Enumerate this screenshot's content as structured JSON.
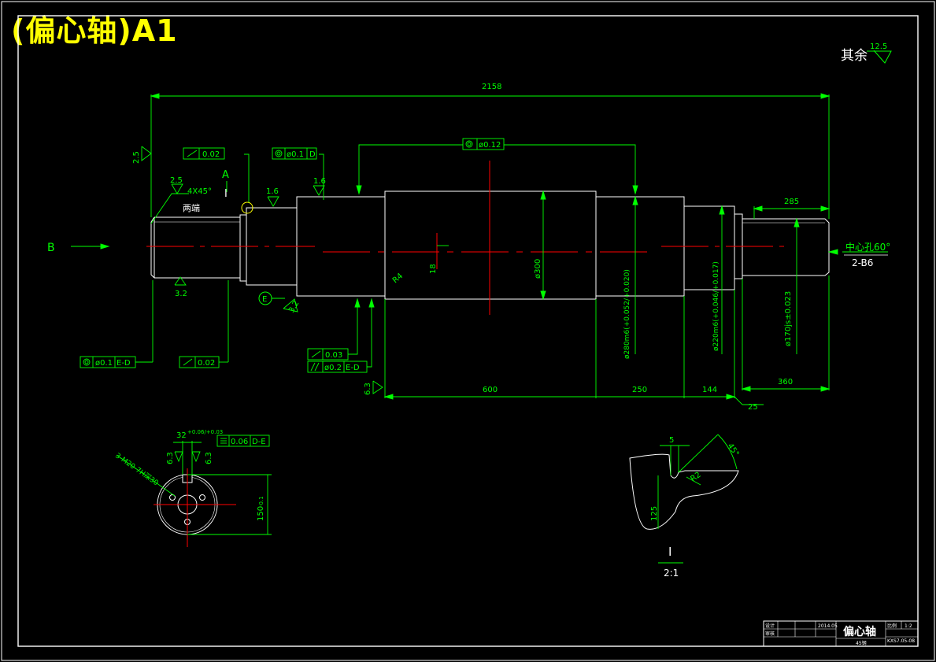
{
  "title": "(偏心轴)A1",
  "roughness_note": {
    "label": "其余",
    "value": "12.5"
  },
  "dimensions": {
    "overall_length": "2158",
    "right_end_length": "285",
    "seg_600": "600",
    "seg_250": "250",
    "seg_144": "144",
    "seg_360": "360",
    "seg_25": "25",
    "eccentric_offset": "18",
    "dia_300": "ø300",
    "radius_r4": "R4",
    "dia_280": "ø280m6(+0.052/+0.020)",
    "dia_220": "ø220m6(+0.046/+0.017)",
    "dia_170": "ø170js±0.023",
    "chamfer": "4X45°"
  },
  "roughness": {
    "r25_left": "2.5",
    "r25_chamfer": "2.5",
    "r16_a": "1.6",
    "r16_b": "1.6",
    "r32_a": "3.2",
    "r32_b": "3.2",
    "r63": "6.3",
    "r63_left": "6.3",
    "r63_right": "6.3"
  },
  "tolerances": {
    "tol_002_top": "0.02",
    "tol_01_d": "ø0.1",
    "datum_d": "D",
    "tol_012": "ø0.12",
    "tol_01_ed": "ø0.1",
    "datum_ed": "E-D",
    "tol_002_bottom": "0.02",
    "tol_003": "0.03",
    "tol_02": "ø0.2",
    "datum_ed2": "E-D",
    "tol_006": "0.06",
    "datum_de": "D-E"
  },
  "labels": {
    "both_ends": "两端",
    "view_a": "A",
    "detail_i": "I",
    "view_b": "B",
    "datum_e": "E",
    "center_hole": "中心孔60°",
    "center_hole_spec": "2-B6"
  },
  "section": {
    "key_width": "32",
    "key_tol": "+0.06/+0.03",
    "holes": "3-M20-7H深30",
    "dia_150": "150",
    "dia_150_tol": "-0.1"
  },
  "detail": {
    "dim_5": "5",
    "angle": "45°",
    "r2": "R2",
    "dim_125": "125",
    "label": "I",
    "scale": "2:1"
  },
  "title_block": {
    "drawing_name": "偏心轴",
    "scale": "1:2",
    "date": "2014.05",
    "material": "45钢",
    "code": "KXS7.05-08",
    "designer": "设计",
    "checker": "审核",
    "ratio_label": "比例"
  },
  "colors": {
    "line_white": "#ffffff",
    "dim_green": "#00ff00",
    "center_red": "#ff0000",
    "text_yellow": "#ffff00"
  }
}
